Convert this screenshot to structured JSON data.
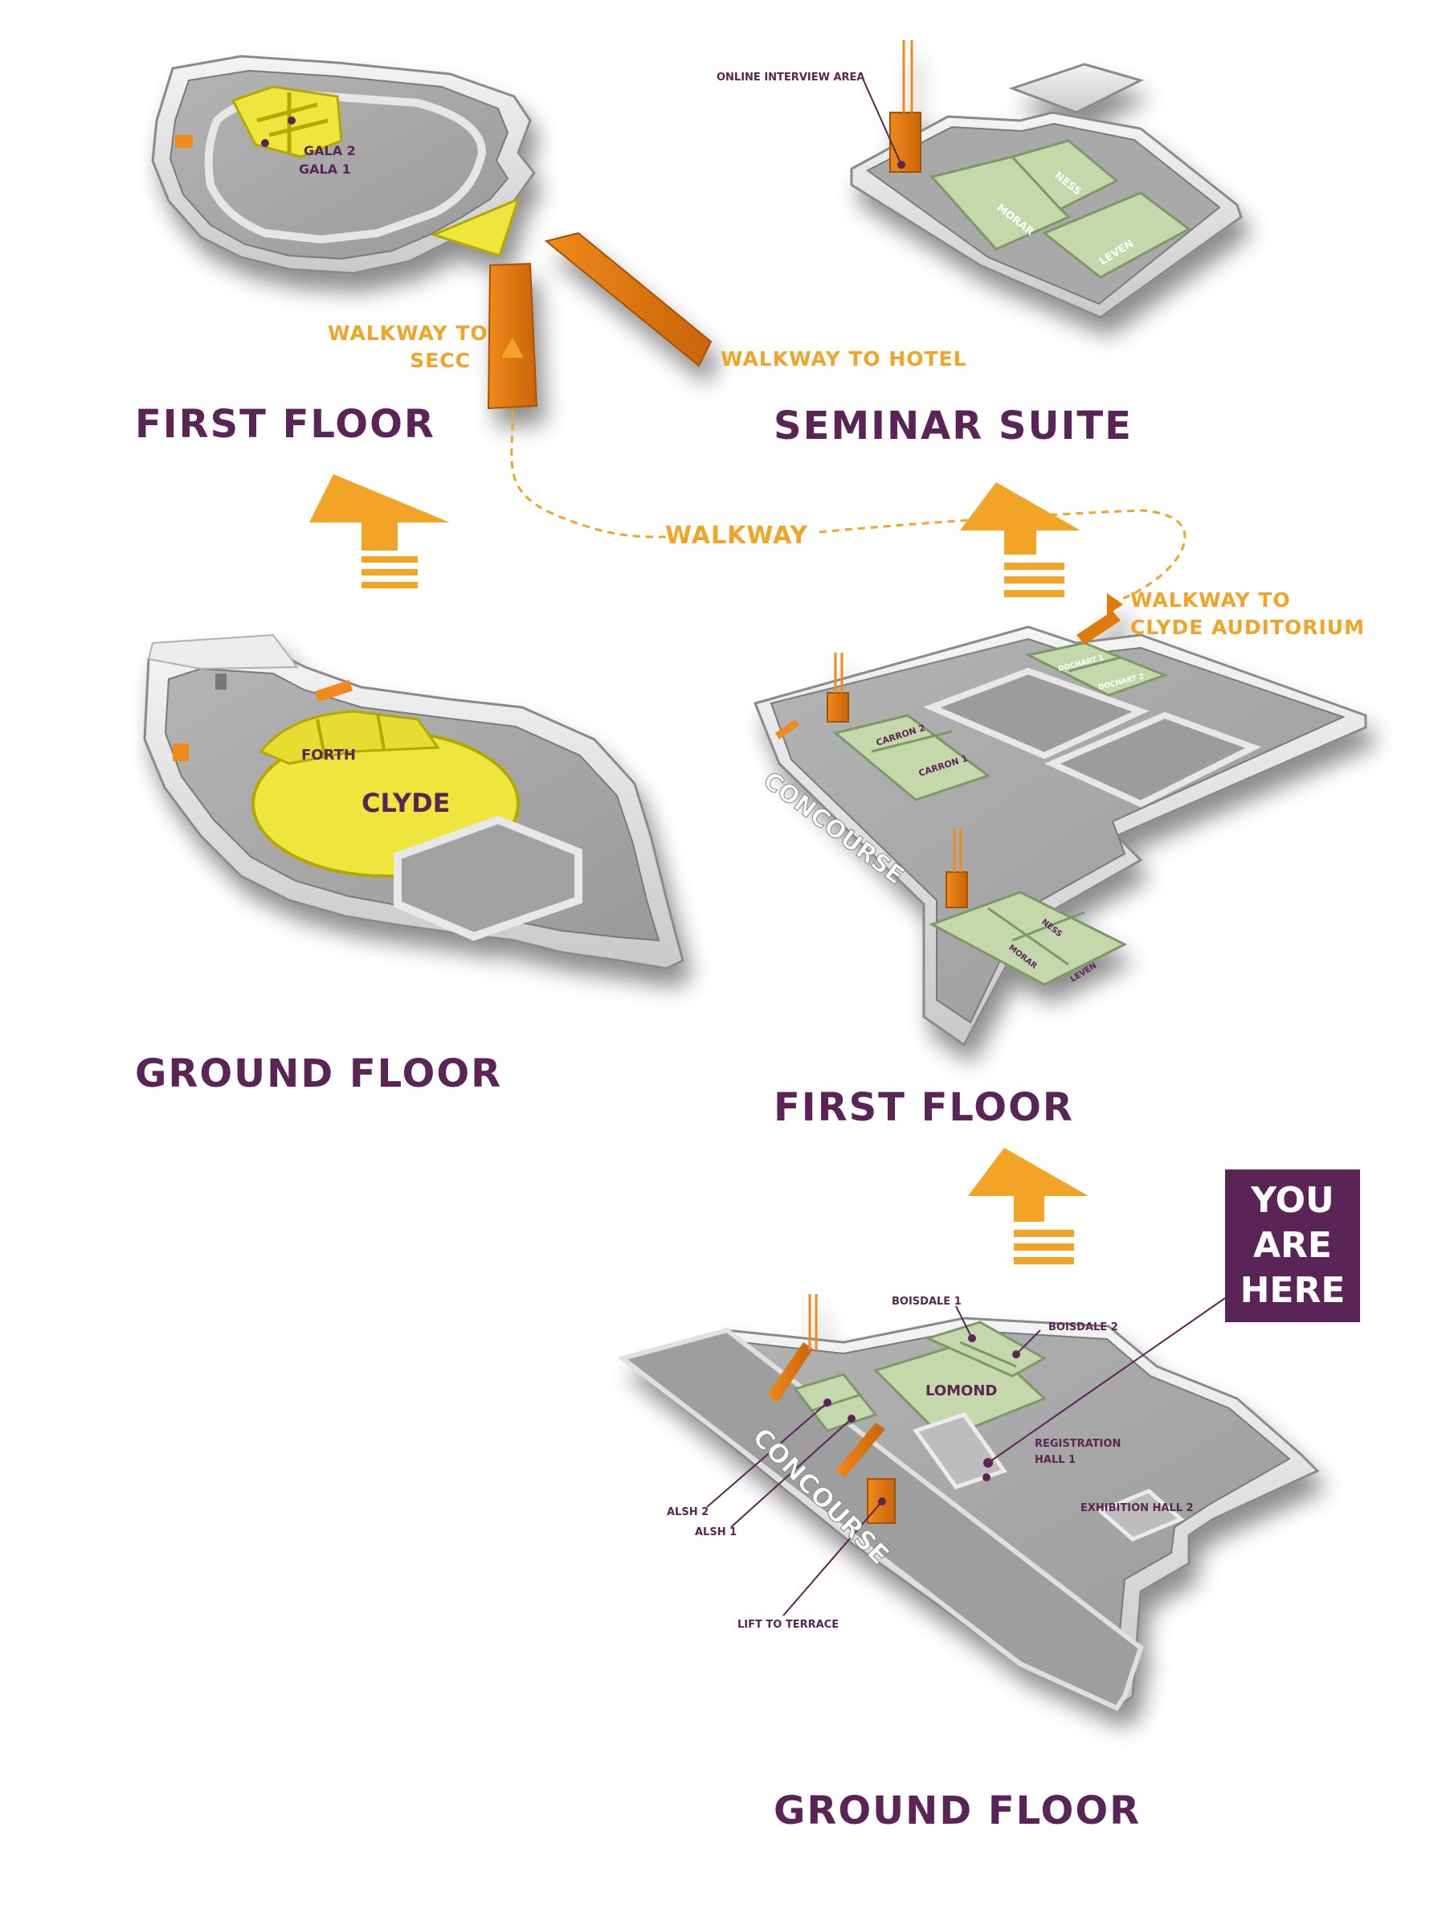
{
  "colors": {
    "purple": "#5a2456",
    "orange": "#f2a427",
    "walkway_orange": "#e07a10",
    "yellow": "#f0e63c",
    "green": "#c5d8ab",
    "grey": "#9a9a9a"
  },
  "icons": [
    "up-arrow-icon",
    "escalator-icon",
    "lift-icon",
    "walkway-direction-icon"
  ],
  "titles": {
    "top_left": "FIRST FLOOR",
    "top_right": "SEMINAR SUITE",
    "mid_left": "GROUND FLOOR",
    "mid_right": "FIRST FLOOR",
    "bottom": "GROUND FLOOR"
  },
  "callouts": {
    "walkway_secc_line1": "WALKWAY TO",
    "walkway_secc_line2": "SECC",
    "walkway_hotel": "WALKWAY TO HOTEL",
    "walkway": "WALKWAY",
    "walkway_clyde_line1": "WALKWAY TO",
    "walkway_clyde_line2": "CLYDE AUDITORIUM"
  },
  "you_are_here": {
    "line1": "YOU",
    "line2": "ARE",
    "line3": "HERE"
  },
  "rooms": {
    "gala2": "GALA 2",
    "gala1": "GALA 1",
    "online_interview": "ONLINE INTERVIEW AREA",
    "seminar_morar": "MORAR",
    "seminar_ness": "NESS",
    "seminar_leven": "LEVEN",
    "forth": "FORTH",
    "clyde": "CLYDE",
    "carron2": "CARRON 2",
    "carron1": "CARRON 1",
    "dochart1": "DOCHART 1",
    "dochart2": "DOCHART 2",
    "concourse_first": "CONCOURSE",
    "first_morar": "MORAR",
    "first_ness": "NESS",
    "first_leven": "LEVEN",
    "boisdale1": "BOISDALE 1",
    "boisdale2": "BOISDALE 2",
    "lomond": "LOMOND",
    "registration_line1": "REGISTRATION",
    "registration_line2": "HALL 1",
    "exhibition2": "EXHIBITION HALL 2",
    "alsh2": "ALSH 2",
    "alsh1": "ALSH 1",
    "lift_terrace": "LIFT TO TERRACE",
    "concourse_ground": "CONCOURSE"
  }
}
